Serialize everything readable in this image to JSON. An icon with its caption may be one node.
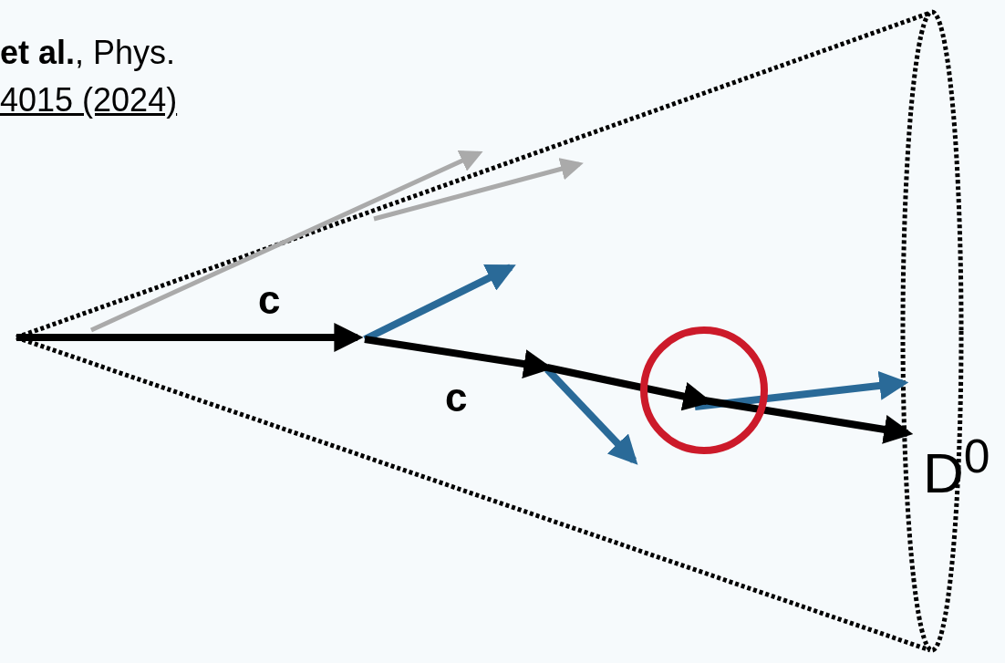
{
  "diagram": {
    "labels": [
      "**et al.**, Phys.",
      "4015 (2024)",
      "c",
      "c",
      "D$^{0}$"
    ]
  }
}
